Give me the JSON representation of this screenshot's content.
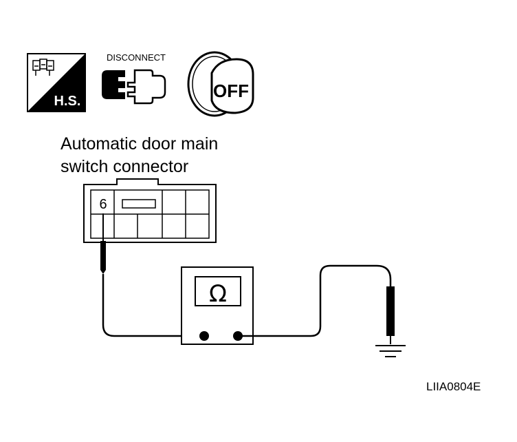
{
  "icons": {
    "hs_label": "H.S.",
    "disconnect_label": "DISCONNECT",
    "ignition_label": "OFF"
  },
  "connector": {
    "title_line1": "Automatic door main",
    "title_line2": "switch connector",
    "terminal": "6"
  },
  "meter": {
    "symbol": "Ω"
  },
  "figure_code": "LIIA0804E"
}
